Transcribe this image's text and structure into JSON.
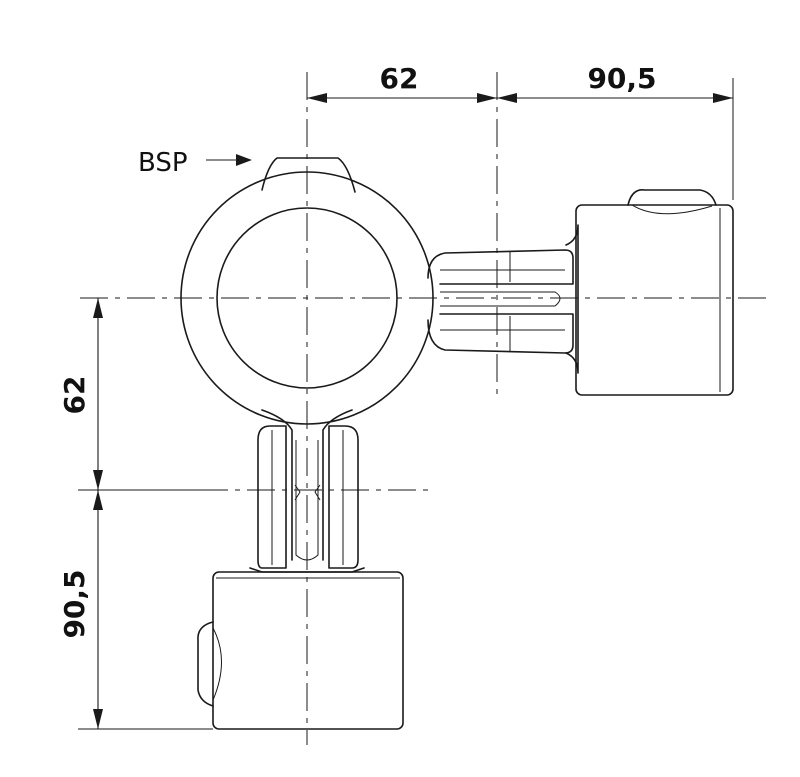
{
  "labels": {
    "bsp": "BSP",
    "top_dim_left": "62",
    "top_dim_right": "90,5",
    "side_dim_upper": "62",
    "side_dim_lower": "90,5"
  },
  "colors": {
    "line": "#1a1a1a",
    "background": "#ffffff"
  }
}
